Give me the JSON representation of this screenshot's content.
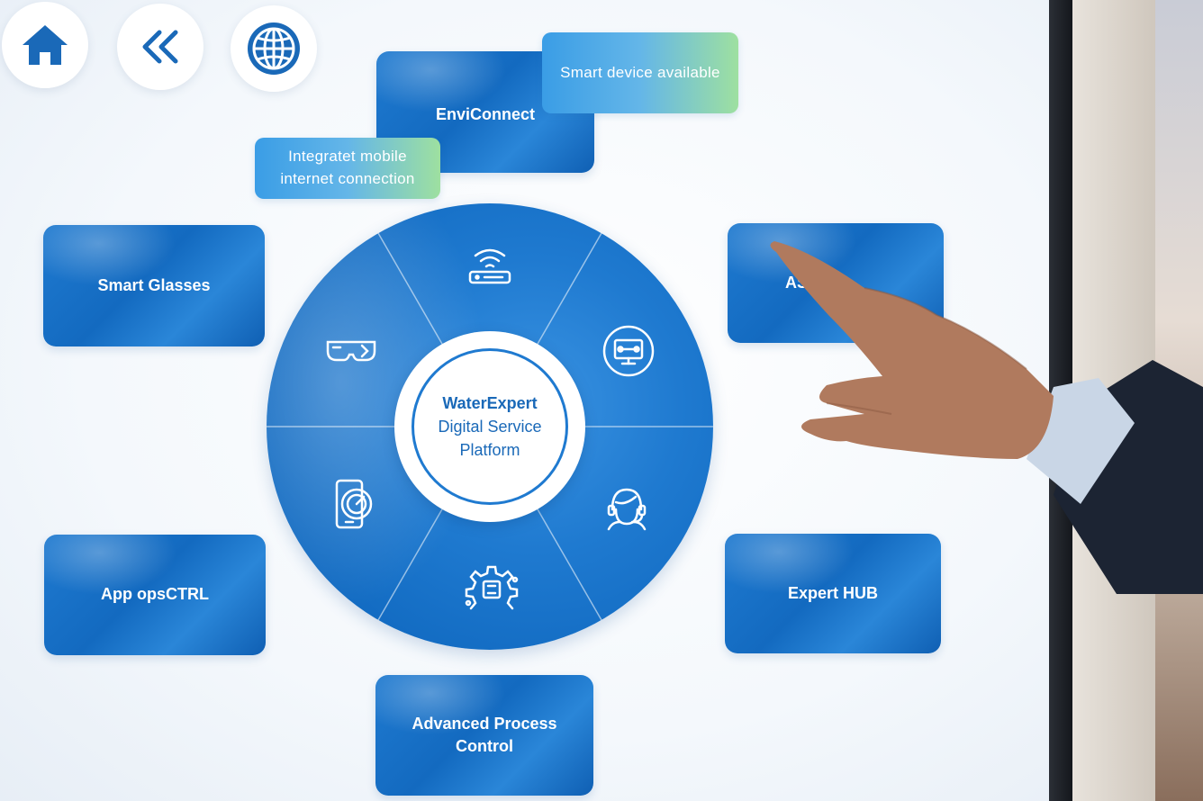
{
  "nav": {
    "home_icon": "home-icon",
    "back_icon": "double-chevron-left-icon",
    "language_icon": "globe-icon"
  },
  "callouts": {
    "smart_device": "Smart device available",
    "mobile_internet_line1": "Integratet mobile",
    "mobile_internet_line2": "internet connection"
  },
  "tiles": {
    "enviconnect": "EnviConnect",
    "smart_glasses": "Smart Glasses",
    "asio": "ASIO",
    "app_opsctrl": "App opsCTRL",
    "expert_hub": "Expert HUB",
    "advanced_process_line1": "Advanced Process",
    "advanced_process_line2": "Control"
  },
  "hub": {
    "line1": "WaterExpert",
    "line2": "Digital Service",
    "line3": "Platform"
  },
  "wheel_icons": [
    "router-icon",
    "remote-support-icon",
    "headset-agent-icon",
    "gear-chip-icon",
    "smartphone-gauge-icon",
    "smart-glasses-icon"
  ],
  "colors": {
    "primary_blue": "#1f7ad0",
    "dark_blue": "#0c5cb0",
    "callout_green": "#9ee0a0",
    "hub_text": "#1a69b8"
  }
}
